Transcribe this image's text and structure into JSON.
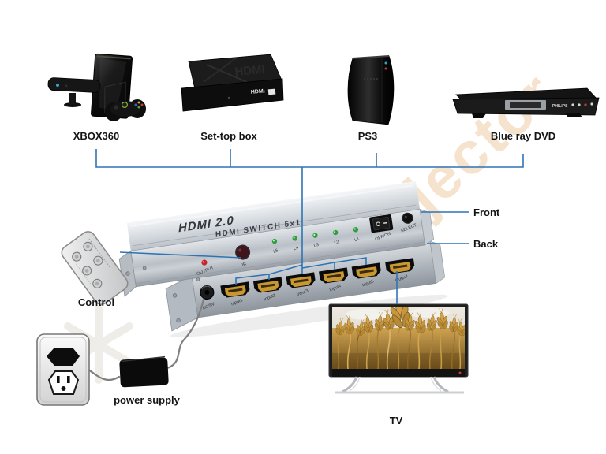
{
  "sources": {
    "xbox": "XBOX360",
    "settop": "Set-top box",
    "ps3": "PS3",
    "bluray": "Blue ray DVD"
  },
  "switch": {
    "brand_line1": "HDMI 2.0",
    "brand_line2": "HDMI SWITCH 5x1",
    "front": {
      "power_led_label": "OUTPUT",
      "ir_label": "IR",
      "leds": [
        "L5",
        "L4",
        "L3",
        "L2",
        "L1"
      ],
      "switch_label": "OFF/ON",
      "select_label": "SELECT"
    },
    "back": {
      "dc_label": "DC/5V",
      "inputs": [
        "Input1",
        "Input2",
        "Input3",
        "Input4",
        "Input5"
      ],
      "output_label": "Output"
    }
  },
  "callouts": {
    "front": "Front",
    "back": "Back"
  },
  "remote": {
    "label": "Control"
  },
  "power": {
    "label": "power supply"
  },
  "tv": {
    "label": "TV"
  },
  "photo_texts": {
    "settop_front": "HDMI",
    "dvd_front": "PHILIPS"
  },
  "watermark": "projector",
  "connector_color": "#2e74b5"
}
